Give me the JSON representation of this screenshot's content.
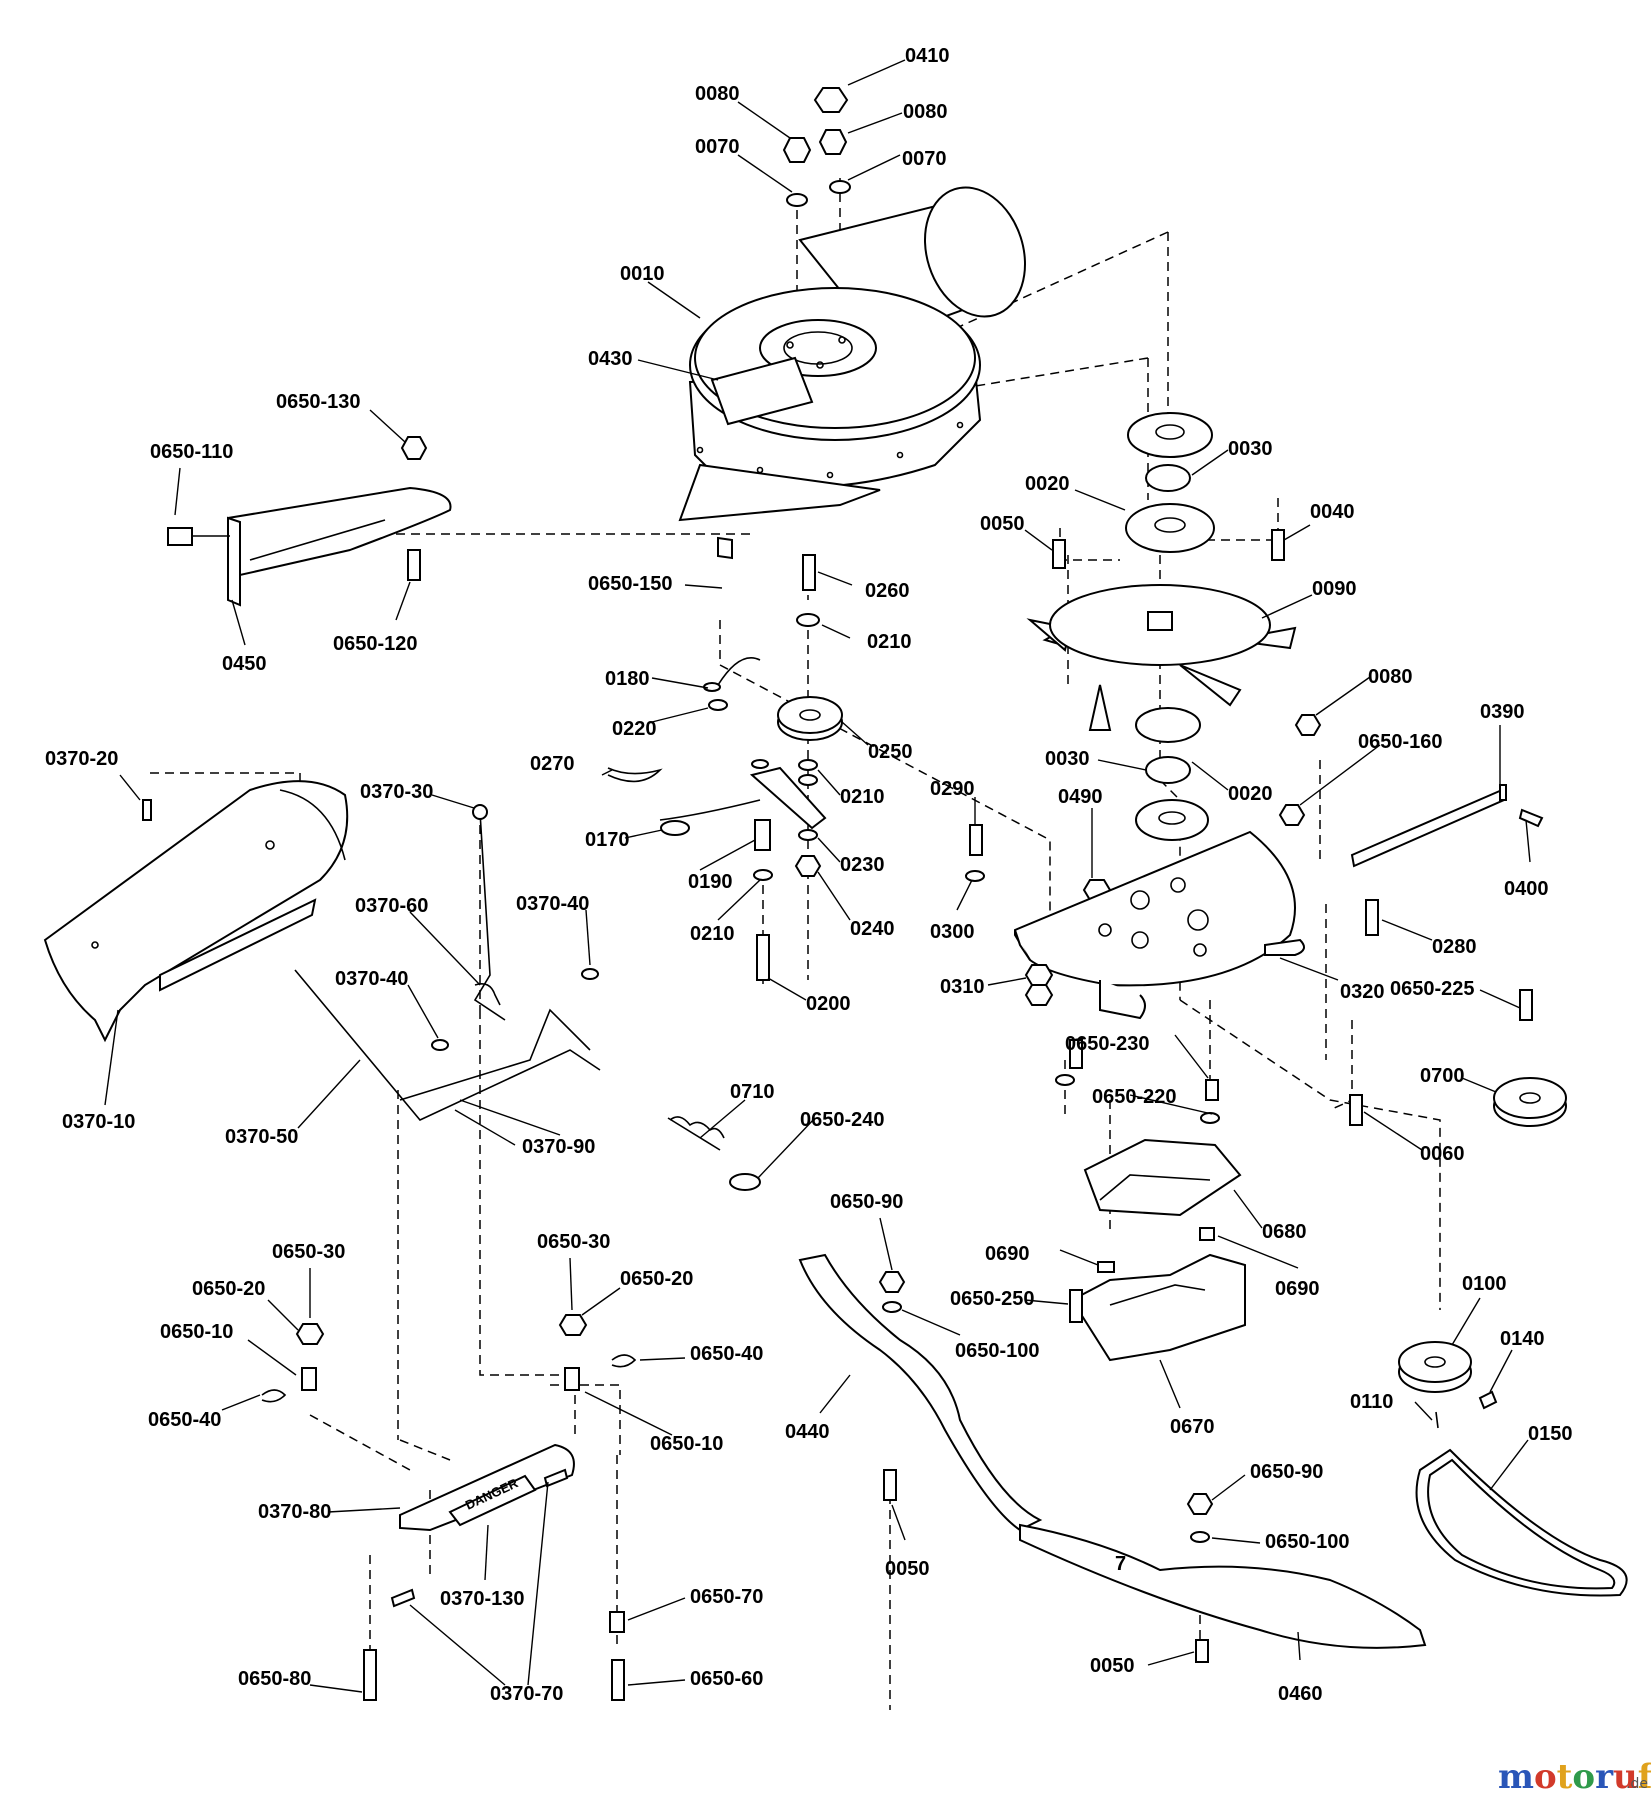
{
  "labels": {
    "l0410": "0410",
    "l0080a": "0080",
    "l0080b": "0080",
    "l0070a": "0070",
    "l0070b": "0070",
    "l0010": "0010",
    "l0430": "0430",
    "l0650_130": "0650-130",
    "l0650_110": "0650-110",
    "l0450": "0450",
    "l0650_120": "0650-120",
    "l0650_150": "0650-150",
    "l0260": "0260",
    "l0210a": "0210",
    "l0180": "0180",
    "l0220": "0220",
    "l0250": "0250",
    "l0270": "0270",
    "l0210b": "0210",
    "l0170": "0170",
    "l0230": "0230",
    "l0190": "0190",
    "l0210c": "0210",
    "l0240": "0240",
    "l0200": "0200",
    "l0030a": "0030",
    "l0020a": "0020",
    "l0050a": "0050",
    "l0040": "0040",
    "l0090": "0090",
    "l0080c": "0080",
    "l0390": "0390",
    "l0650_160": "0650-160",
    "l0030b": "0030",
    "l0490": "0490",
    "l0020b": "0020",
    "l0290": "0290",
    "l0400": "0400",
    "l0300": "0300",
    "l0280": "0280",
    "l0310": "0310",
    "l0320": "0320",
    "l0650_225": "0650-225",
    "l0700": "0700",
    "l0650_230": "0650-230",
    "l0650_220": "0650-220",
    "l0060": "0060",
    "l0680": "0680",
    "l0370_20": "0370-20",
    "l0370_30": "0370-30",
    "l0370_60": "0370-60",
    "l0370_40a": "0370-40",
    "l0370_40b": "0370-40",
    "l0370_10": "0370-10",
    "l0370_50": "0370-50",
    "l0370_90": "0370-90",
    "l0710": "0710",
    "l0650_240": "0650-240",
    "l0650_90a": "0650-90",
    "l0690a": "0690",
    "l0650_250": "0650-250",
    "l0650_100a": "0650-100",
    "l0690b": "0690",
    "l0100": "0100",
    "l0140": "0140",
    "l0110": "0110",
    "l0670": "0670",
    "l0440": "0440",
    "l0150": "0150",
    "l0650_30a": "0650-30",
    "l0650_20a": "0650-20",
    "l0650_10a": "0650-10",
    "l0650_40a": "0650-40",
    "l0650_30b": "0650-30",
    "l0650_20b": "0650-20",
    "l0650_40b": "0650-40",
    "l0650_10b": "0650-10",
    "l0370_80": "0370-80",
    "l0370_130": "0370-130",
    "l0650_70": "0650-70",
    "l0650_80": "0650-80",
    "l0370_70": "0370-70",
    "l0650_60": "0650-60",
    "l0050b": "0050",
    "l0650_90b": "0650-90",
    "l0650_100b": "0650-100",
    "l0050c": "0050",
    "l0460": "0460"
  },
  "decal_text": "DANGER",
  "shield_mark": "7",
  "watermark": {
    "main": "motoruf",
    "suffix": ".de"
  },
  "colors": {
    "watermark": [
      "#2a56b8",
      "#d23a2a",
      "#e0a21c",
      "#2f9a4a",
      "#2a56b8",
      "#d23a2a",
      "#e0a21c"
    ]
  }
}
